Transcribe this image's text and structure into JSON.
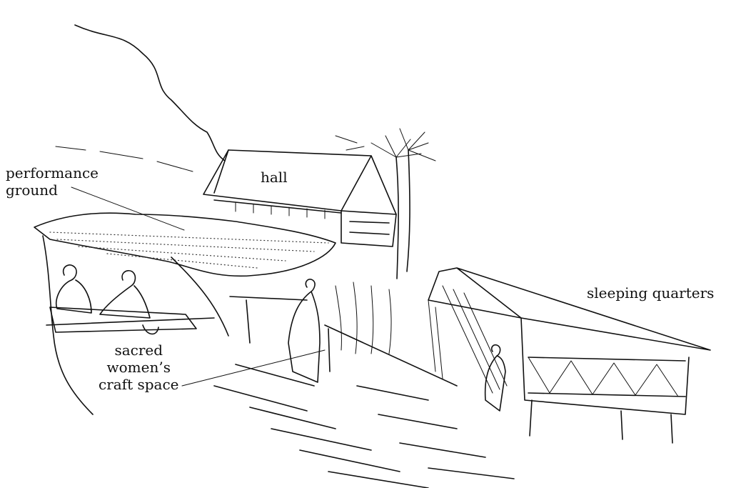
{
  "labels": {
    "performance_ground": {
      "line1": "performance",
      "line2": "ground"
    },
    "hall": "hall",
    "sleeping_quarters": "sleeping quarters",
    "craft_space": {
      "line1": "sacred",
      "line2": "women’s",
      "line3": "craft space"
    }
  },
  "colors": {
    "ink": "#111111",
    "paper": "#ffffff"
  }
}
